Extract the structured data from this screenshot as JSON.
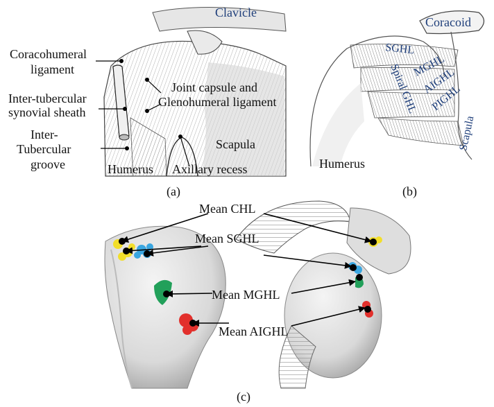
{
  "panel_a": {
    "caption": "(a)",
    "labels": {
      "clavicle": "Clavicle",
      "coracohumeral_1": "Coracohumeral",
      "coracohumeral_2": "ligament",
      "intertubercular_sheath_1": "Inter-tubercular",
      "intertubercular_sheath_2": "synovial sheath",
      "intertubercular_groove_1": "Inter-",
      "intertubercular_groove_2": "Tubercular",
      "intertubercular_groove_3": "groove",
      "joint_capsule_1": "Joint capsule and",
      "joint_capsule_2": "Glenohumeral ligament",
      "scapula": "Scapula",
      "humerus": "Humerus",
      "axillary_recess": "Axillary recess"
    }
  },
  "panel_b": {
    "caption": "(b)",
    "labels": {
      "coracoid": "Coracoid",
      "sghl": "SGHL",
      "mghl": "MGHL",
      "spiral_ghl": "Spiral GHL",
      "aighl": "AIGHL",
      "pighl": "PIGHL",
      "scapula": "Scapula",
      "humerus": "Humerus"
    }
  },
  "panel_c": {
    "caption": "(c)",
    "labels": {
      "mean_chl": "Mean CHL",
      "mean_sghl": "Mean SGHL",
      "mean_mghl": "Mean MGHL",
      "mean_aighl": "Mean AIGHL"
    },
    "colors": {
      "chl": "#f2de2a",
      "sghl": "#3aa6e0",
      "mghl": "#22a05a",
      "aighl": "#e2302c"
    }
  }
}
